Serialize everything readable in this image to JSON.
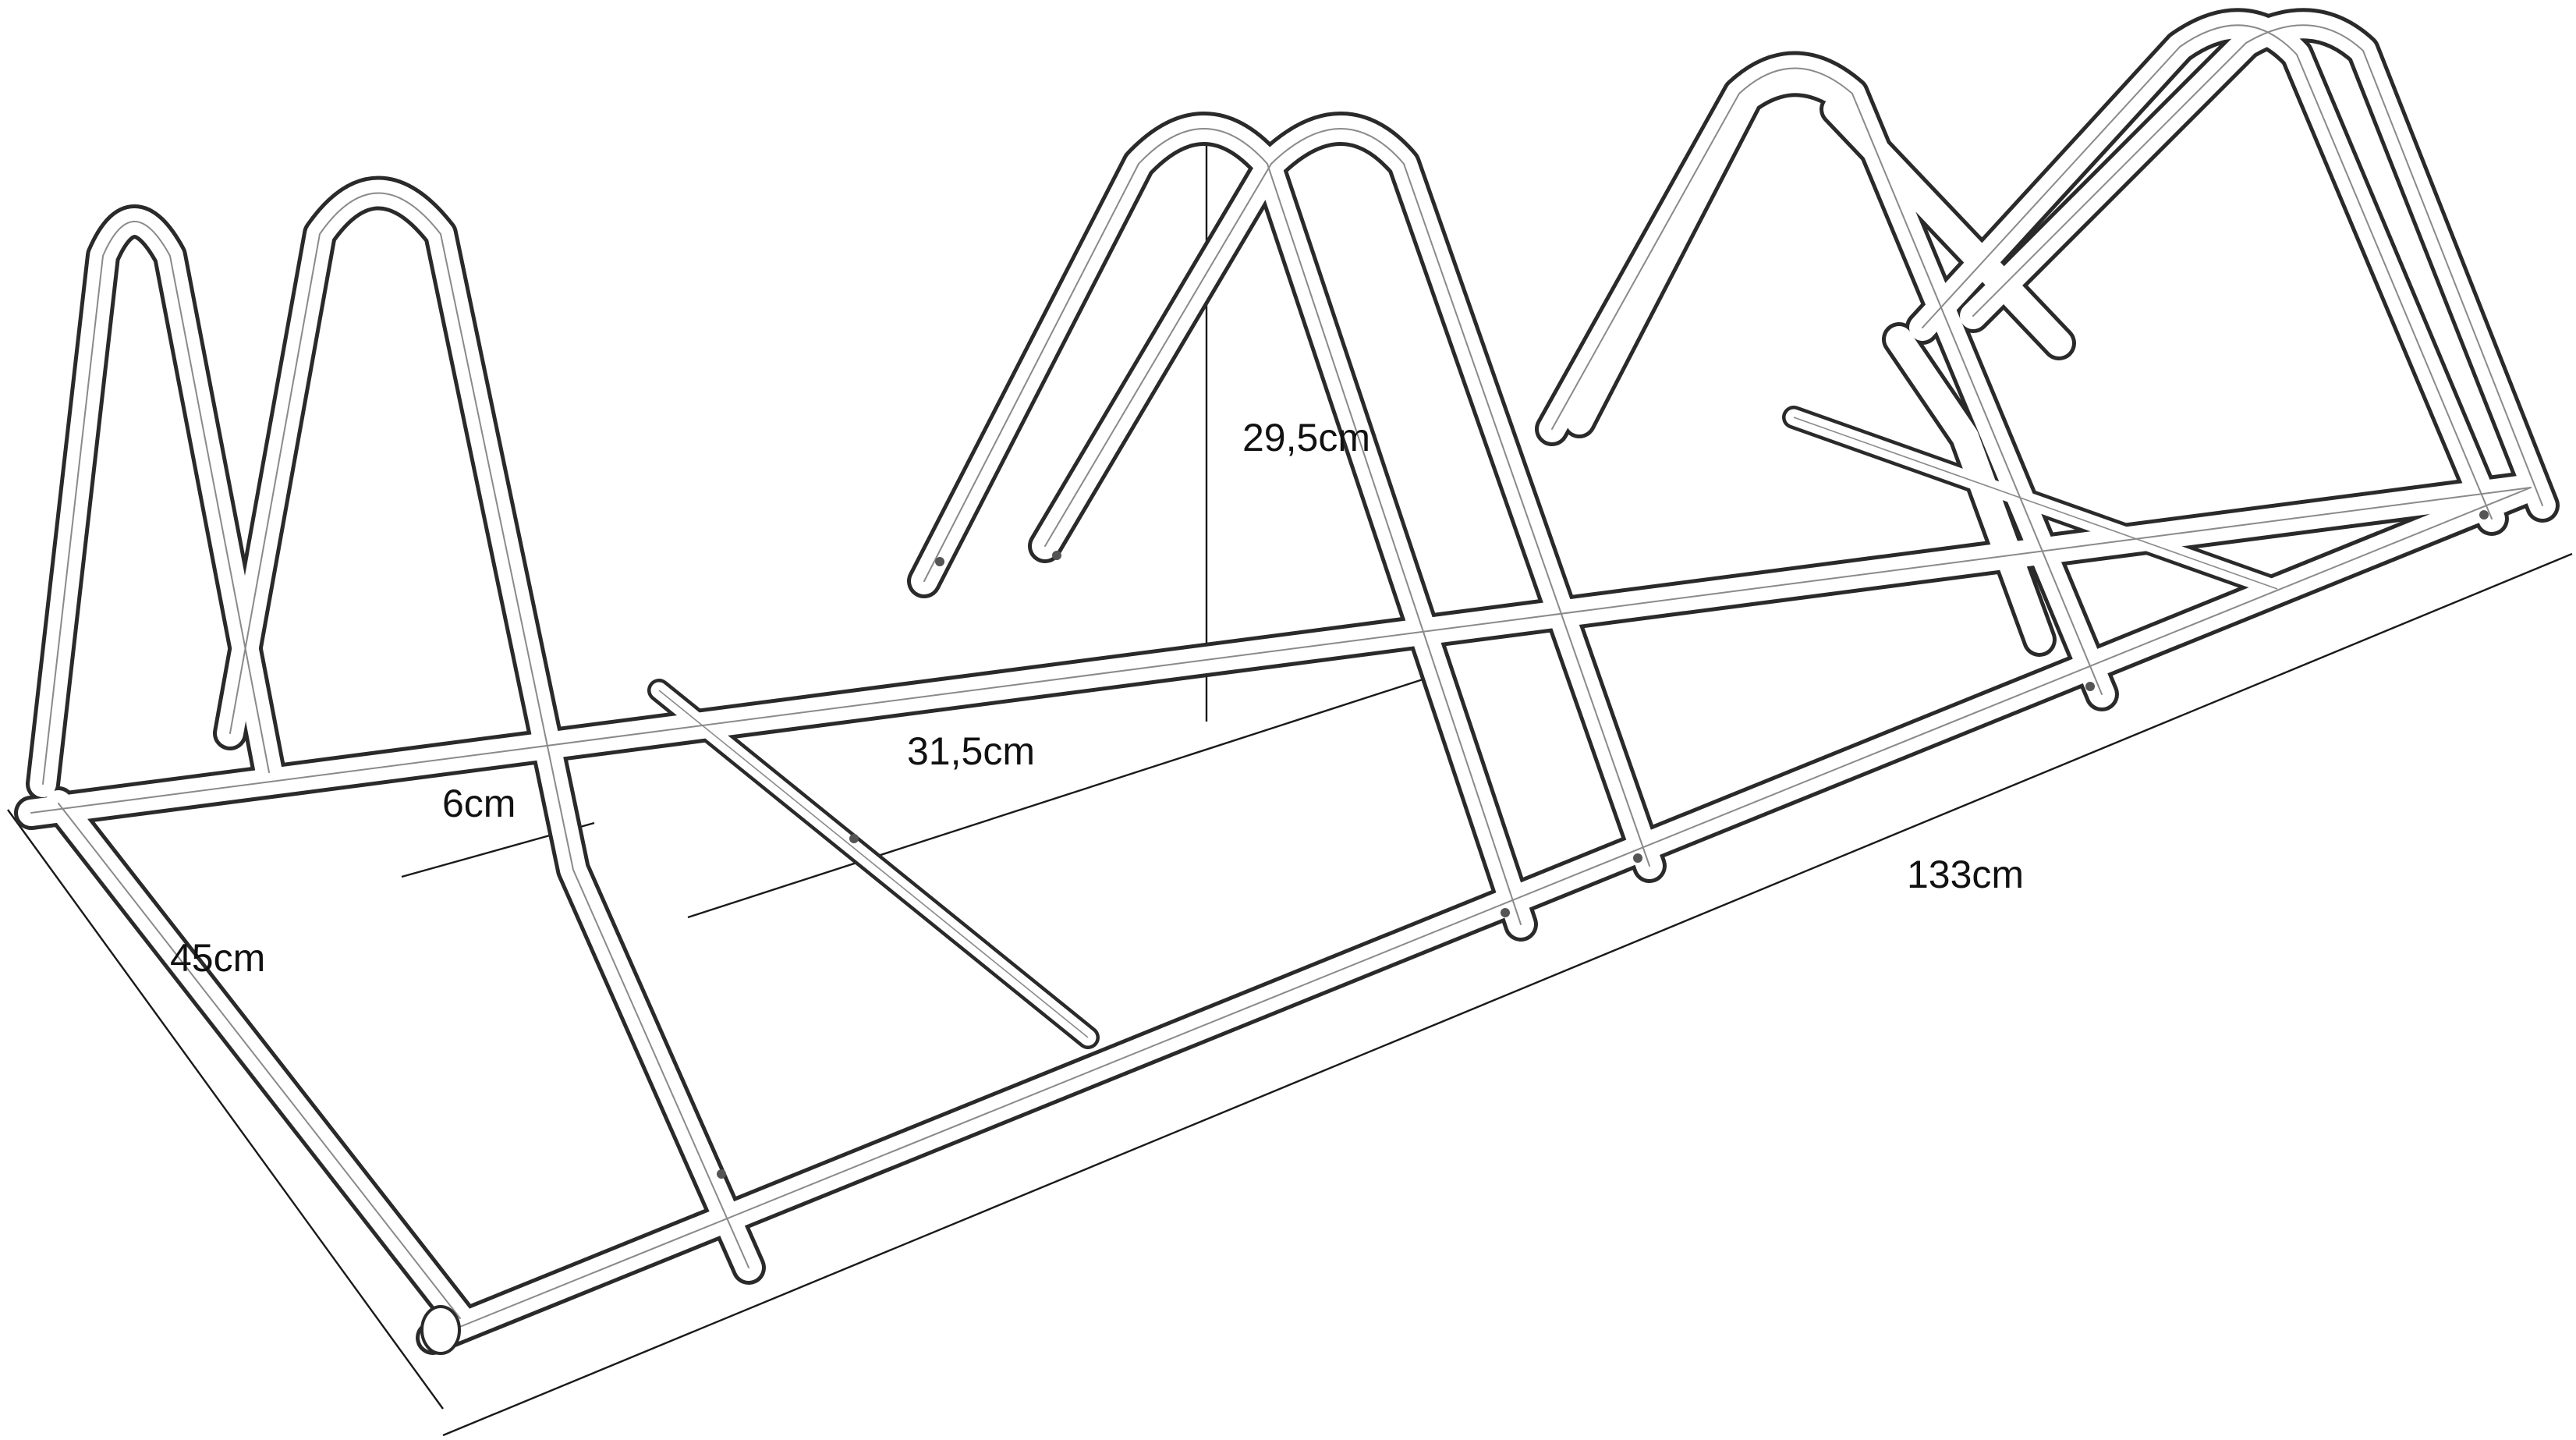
{
  "dimensions": {
    "length": "133cm",
    "depth": "45cm",
    "height": "29,5cm",
    "slot_spacing": "31,5cm",
    "tube_gap": "6cm"
  }
}
